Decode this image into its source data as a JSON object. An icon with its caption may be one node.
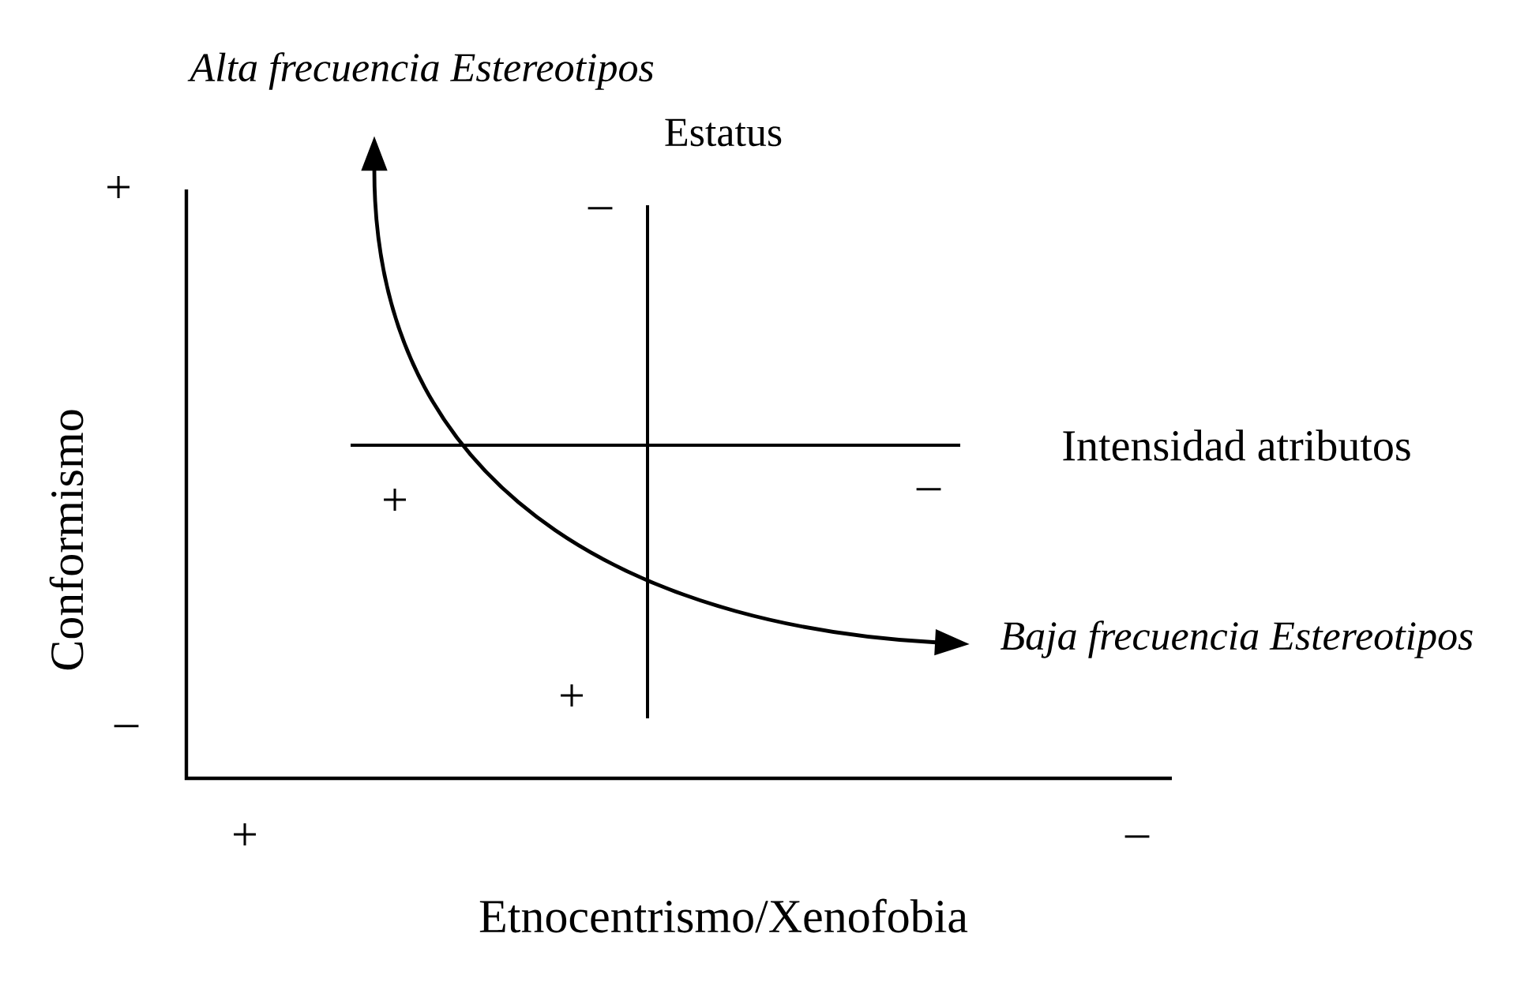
{
  "diagram": {
    "nodes": [
      {
        "text": [
          "Alta frecuencia Estereotipos"
        ]
      },
      {
        "text": [
          "Baja frecuencia Estereotipos"
        ]
      }
    ],
    "edges": [
      {
        "from": 0,
        "to": 1,
        "arrow": "both"
      }
    ],
    "labels": [
      "Estatus",
      "+",
      "–",
      "Conformismo",
      "Intensidad atributos",
      "+",
      "–",
      "+",
      "–",
      "+",
      "–",
      "Etnocentrismo/Xenofobia"
    ]
  }
}
